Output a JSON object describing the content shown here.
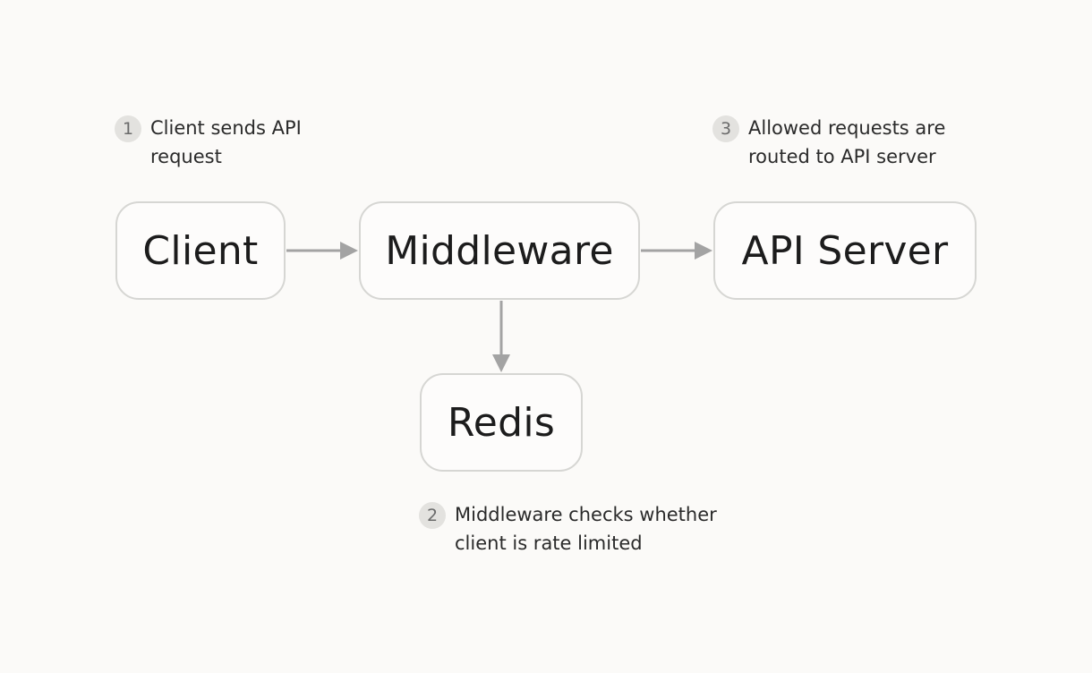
{
  "nodes": {
    "client": "Client",
    "middleware": "Middleware",
    "api_server": "API Server",
    "redis": "Redis"
  },
  "steps": [
    {
      "number": "1",
      "text": "Client sends API request"
    },
    {
      "number": "2",
      "text": "Middleware checks whether client is rate limited"
    },
    {
      "number": "3",
      "text": "Allowed requests are routed to API server"
    }
  ],
  "colors": {
    "background": "#fbfaf8",
    "node_border": "#d6d6d3",
    "arrow": "#a3a3a3",
    "step_badge": "#e3e2df"
  }
}
